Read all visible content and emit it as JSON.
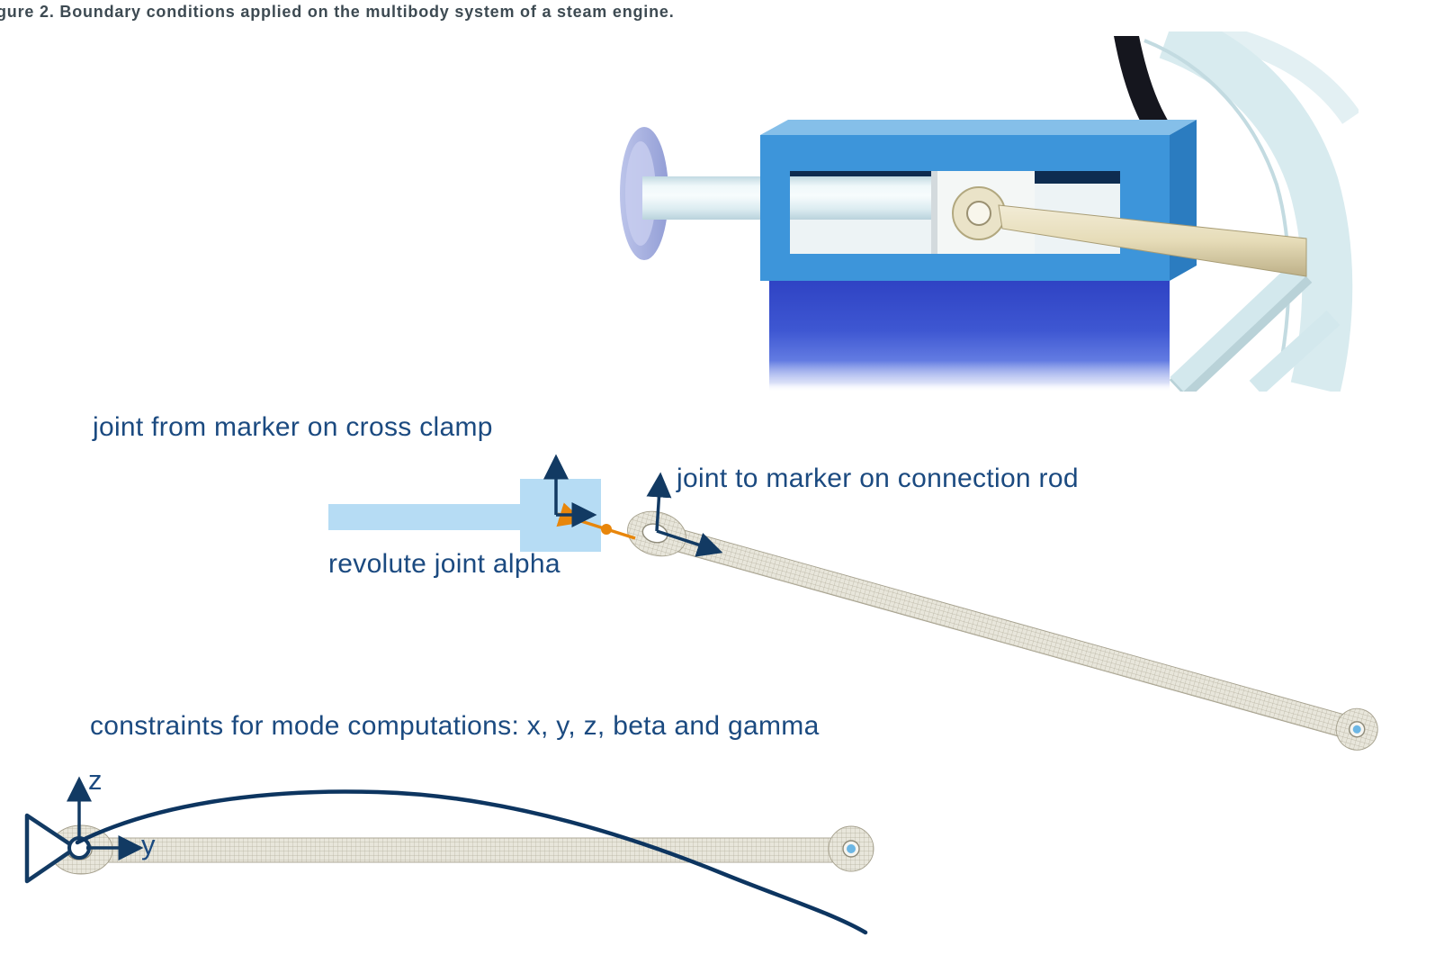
{
  "caption": "gure 2. Boundary conditions applied on the multibody system of a steam engine.",
  "figure": {
    "labels": {
      "joint_from_marker": "joint from marker on cross clamp",
      "joint_to_marker": "joint to marker on connection rod",
      "revolute_joint": "revolute joint alpha",
      "constraints": "constraints for mode computations: x, y, z, beta and gamma"
    },
    "axes": {
      "z": "z",
      "y": "y"
    }
  },
  "colors": {
    "label_text": "#1b4a80",
    "caption_text": "#3d4a52",
    "schematic_light_blue": "#b6dcf4",
    "joint_orange": "#e8860b",
    "arrow_navy": "#123a63",
    "mode_curve_navy": "#0d3560",
    "mesh_fill": "#e8e6db",
    "mesh_grid": "#b5b09e",
    "hole_dot_blue": "#6cb6e4",
    "guide_front_blue": "#3d95da",
    "guide_top_blue": "#85bfe9",
    "guide_side_blue": "#2b7cc0",
    "slot_shadow_navy": "#0e2c50",
    "base_royal_blue": "#3e57d2",
    "piston_cyan": "#e8f4f7",
    "rod_cream": "#e9e2c6",
    "flywheel_rim_cyan": "#d8ebef",
    "flywheel_spoke_dark": "#15161e",
    "cylinder_disc_lavender": "#a9b2e2"
  }
}
